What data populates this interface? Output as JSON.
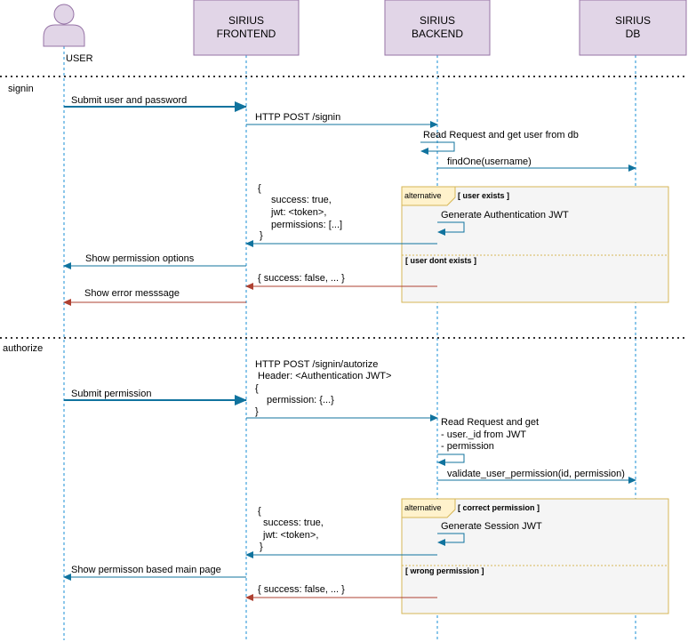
{
  "actors": {
    "user": "USER",
    "frontend": [
      "SIRIUS",
      "FRONTEND"
    ],
    "backend": [
      "SIRIUS",
      "BACKEND"
    ],
    "db": [
      "SIRIUS",
      "DB"
    ]
  },
  "sections": {
    "signin": "signin",
    "authorize": "authorize"
  },
  "signin": {
    "submit": "Submit user and password",
    "http_post": "HTTP POST /signin",
    "read_request": "Read Request and get user from db",
    "find_one": "findOne(username)",
    "response_lines": [
      "{",
      "success: true,",
      "jwt: <token>,",
      "permissions: [...]",
      "}"
    ],
    "show_permissions": "Show permission options",
    "fail_response": "{ success: false, ... }",
    "show_error": "Show error messsage",
    "alt_label": "alternative",
    "cond_exists": "[ user exists ]",
    "generate_jwt": "Generate Authentication JWT",
    "cond_not_exists": "[ user dont exists ]"
  },
  "authorize": {
    "submit": "Submit permission",
    "request_lines": [
      "HTTP POST /signin/autorize",
      "Header: <Authentication JWT>",
      "{",
      "permission: {...}",
      "}"
    ],
    "read_lines": [
      "Read Request and get",
      "- user._id from JWT",
      "- permission"
    ],
    "validate": "validate_user_permission(id, permission)",
    "response_lines": [
      "{",
      "success: true,",
      "jwt: <token>,",
      "}"
    ],
    "show_main": "Show permisson based main page",
    "fail_response": "{ success: false, ... }",
    "alt_label": "alternative",
    "cond_correct": "[ correct permission ]",
    "generate_session": "Generate Session JWT",
    "cond_wrong": "[ wrong permission ]"
  },
  "colors": {
    "participant_fill": "#e1d5e7",
    "participant_stroke": "#9673a6",
    "lifeline": "#1a8fd6",
    "message": "#10739e",
    "error": "#ae4132",
    "alt_fill": "#f5f5f5",
    "alt_stroke": "#d6b656",
    "alt_tag_fill": "#fff2cc"
  }
}
